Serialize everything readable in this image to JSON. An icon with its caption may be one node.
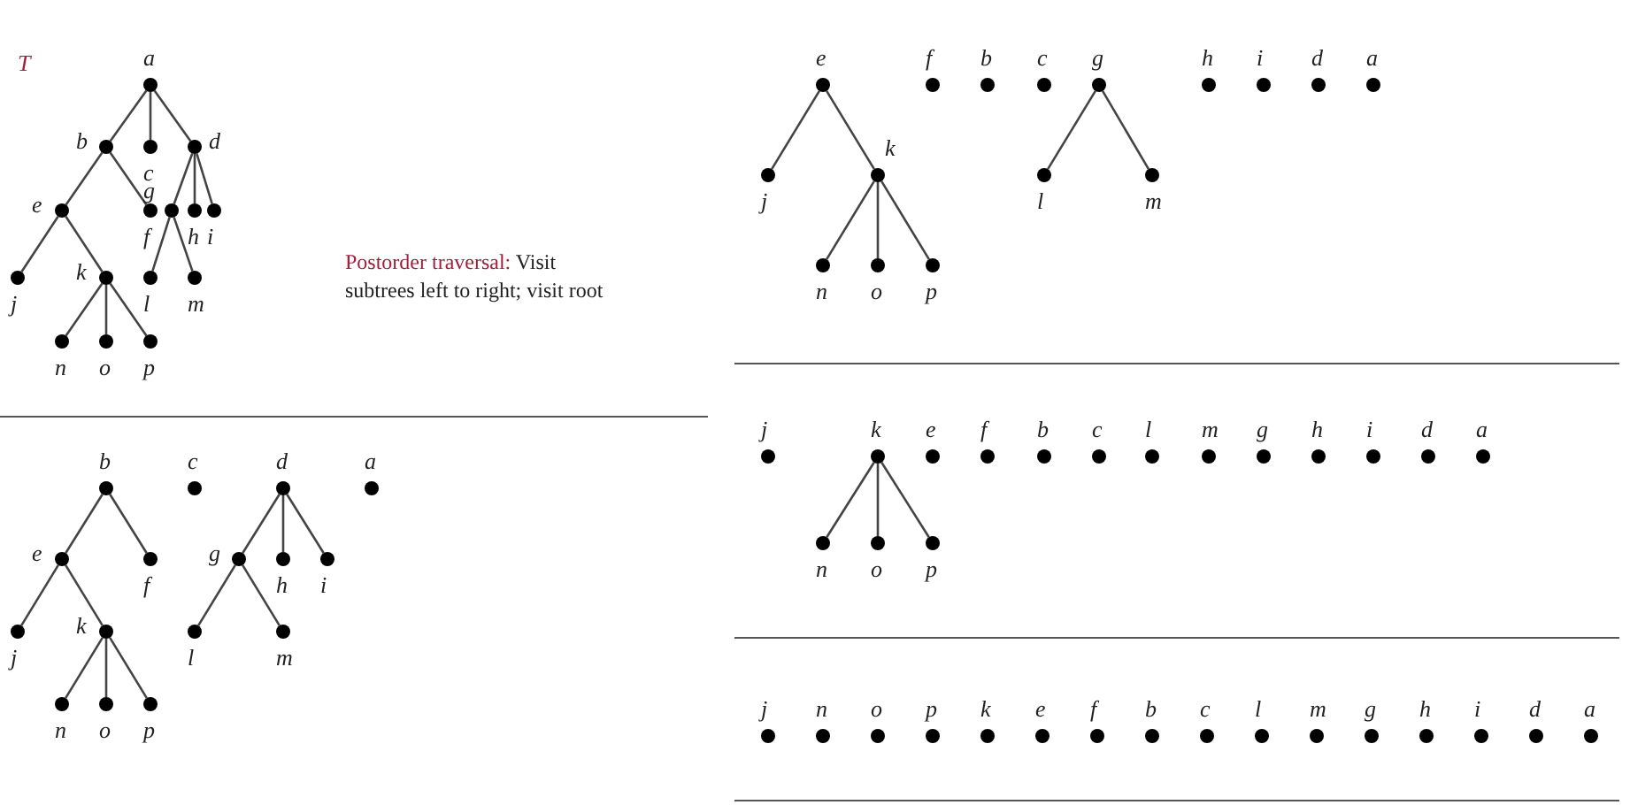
{
  "diagram": {
    "nodes": [
      {
        "text": [
          "a"
        ]
      },
      {
        "text": [
          "b"
        ]
      },
      {
        "text": [
          "c"
        ]
      },
      {
        "text": [
          "d"
        ]
      },
      {
        "text": [
          "e"
        ]
      },
      {
        "text": [
          "f"
        ]
      },
      {
        "text": [
          "g"
        ]
      },
      {
        "text": [
          "h"
        ]
      },
      {
        "text": [
          "i"
        ]
      },
      {
        "text": [
          "j"
        ]
      },
      {
        "text": [
          "k"
        ]
      },
      {
        "text": [
          "l"
        ]
      },
      {
        "text": [
          "m"
        ]
      },
      {
        "text": [
          "n"
        ]
      },
      {
        "text": [
          "o"
        ]
      },
      {
        "text": [
          "p"
        ]
      },
      {
        "text": [
          "b"
        ]
      },
      {
        "text": [
          "c"
        ]
      },
      {
        "text": [
          "d"
        ]
      },
      {
        "text": [
          "a"
        ]
      },
      {
        "text": [
          "e"
        ]
      },
      {
        "text": [
          "f"
        ]
      },
      {
        "text": [
          "g"
        ]
      },
      {
        "text": [
          "h"
        ]
      },
      {
        "text": [
          "i"
        ]
      },
      {
        "text": [
          "j"
        ]
      },
      {
        "text": [
          "k"
        ]
      },
      {
        "text": [
          "l"
        ]
      },
      {
        "text": [
          "m"
        ]
      },
      {
        "text": [
          "n"
        ]
      },
      {
        "text": [
          "o"
        ]
      },
      {
        "text": [
          "p"
        ]
      },
      {
        "text": [
          "e"
        ]
      },
      {
        "text": [
          "f"
        ]
      },
      {
        "text": [
          "b"
        ]
      },
      {
        "text": [
          "c"
        ]
      },
      {
        "text": [
          "g"
        ]
      },
      {
        "text": [
          "h"
        ]
      },
      {
        "text": [
          "i"
        ]
      },
      {
        "text": [
          "d"
        ]
      },
      {
        "text": [
          "a"
        ]
      },
      {
        "text": [
          "j"
        ]
      },
      {
        "text": [
          "k"
        ]
      },
      {
        "text": [
          "l"
        ]
      },
      {
        "text": [
          "m"
        ]
      },
      {
        "text": [
          "n"
        ]
      },
      {
        "text": [
          "o"
        ]
      },
      {
        "text": [
          "p"
        ]
      },
      {
        "text": [
          "j"
        ]
      },
      {
        "text": [
          "k"
        ]
      },
      {
        "text": [
          "e"
        ]
      },
      {
        "text": [
          "f"
        ]
      },
      {
        "text": [
          "b"
        ]
      },
      {
        "text": [
          "c"
        ]
      },
      {
        "text": [
          "l"
        ]
      },
      {
        "text": [
          "m"
        ]
      },
      {
        "text": [
          "g"
        ]
      },
      {
        "text": [
          "h"
        ]
      },
      {
        "text": [
          "i"
        ]
      },
      {
        "text": [
          "d"
        ]
      },
      {
        "text": [
          "a"
        ]
      },
      {
        "text": [
          "n"
        ]
      },
      {
        "text": [
          "o"
        ]
      },
      {
        "text": [
          "p"
        ]
      },
      {
        "text": [
          "j"
        ]
      },
      {
        "text": [
          "n"
        ]
      },
      {
        "text": [
          "o"
        ]
      },
      {
        "text": [
          "p"
        ]
      },
      {
        "text": [
          "k"
        ]
      },
      {
        "text": [
          "e"
        ]
      },
      {
        "text": [
          "f"
        ]
      },
      {
        "text": [
          "b"
        ]
      },
      {
        "text": [
          "c"
        ]
      },
      {
        "text": [
          "l"
        ]
      },
      {
        "text": [
          "m"
        ]
      },
      {
        "text": [
          "g"
        ]
      },
      {
        "text": [
          "h"
        ]
      },
      {
        "text": [
          "i"
        ]
      },
      {
        "text": [
          "d"
        ]
      },
      {
        "text": [
          "a"
        ]
      }
    ],
    "edges": [
      {
        "from": 0,
        "to": 1,
        "arrow": "none"
      },
      {
        "from": 0,
        "to": 2,
        "arrow": "none"
      },
      {
        "from": 0,
        "to": 3,
        "arrow": "none"
      },
      {
        "from": 1,
        "to": 4,
        "arrow": "none"
      },
      {
        "from": 1,
        "to": 5,
        "arrow": "none"
      },
      {
        "from": 3,
        "to": 6,
        "arrow": "none"
      },
      {
        "from": 3,
        "to": 7,
        "arrow": "none"
      },
      {
        "from": 3,
        "to": 8,
        "arrow": "none"
      },
      {
        "from": 4,
        "to": 9,
        "arrow": "none"
      },
      {
        "from": 4,
        "to": 10,
        "arrow": "none"
      },
      {
        "from": 6,
        "to": 11,
        "arrow": "none"
      },
      {
        "from": 6,
        "to": 12,
        "arrow": "none"
      },
      {
        "from": 10,
        "to": 13,
        "arrow": "none"
      },
      {
        "from": 10,
        "to": 14,
        "arrow": "none"
      },
      {
        "from": 10,
        "to": 15,
        "arrow": "none"
      },
      {
        "from": 16,
        "to": 20,
        "arrow": "none"
      },
      {
        "from": 16,
        "to": 21,
        "arrow": "none"
      },
      {
        "from": 20,
        "to": 25,
        "arrow": "none"
      },
      {
        "from": 20,
        "to": 26,
        "arrow": "none"
      },
      {
        "from": 26,
        "to": 29,
        "arrow": "none"
      },
      {
        "from": 26,
        "to": 30,
        "arrow": "none"
      },
      {
        "from": 26,
        "to": 31,
        "arrow": "none"
      },
      {
        "from": 18,
        "to": 22,
        "arrow": "none"
      },
      {
        "from": 18,
        "to": 23,
        "arrow": "none"
      },
      {
        "from": 18,
        "to": 24,
        "arrow": "none"
      },
      {
        "from": 22,
        "to": 27,
        "arrow": "none"
      },
      {
        "from": 22,
        "to": 28,
        "arrow": "none"
      },
      {
        "from": 32,
        "to": 41,
        "arrow": "none"
      },
      {
        "from": 32,
        "to": 42,
        "arrow": "none"
      },
      {
        "from": 42,
        "to": 45,
        "arrow": "none"
      },
      {
        "from": 42,
        "to": 46,
        "arrow": "none"
      },
      {
        "from": 42,
        "to": 47,
        "arrow": "none"
      },
      {
        "from": 36,
        "to": 43,
        "arrow": "none"
      },
      {
        "from": 36,
        "to": 44,
        "arrow": "none"
      },
      {
        "from": 49,
        "to": 61,
        "arrow": "none"
      },
      {
        "from": 49,
        "to": 62,
        "arrow": "none"
      },
      {
        "from": 49,
        "to": 63,
        "arrow": "none"
      }
    ],
    "labels": [
      "T",
      "Postorder traversal: Visit subtrees left to right; visit root"
    ]
  }
}
